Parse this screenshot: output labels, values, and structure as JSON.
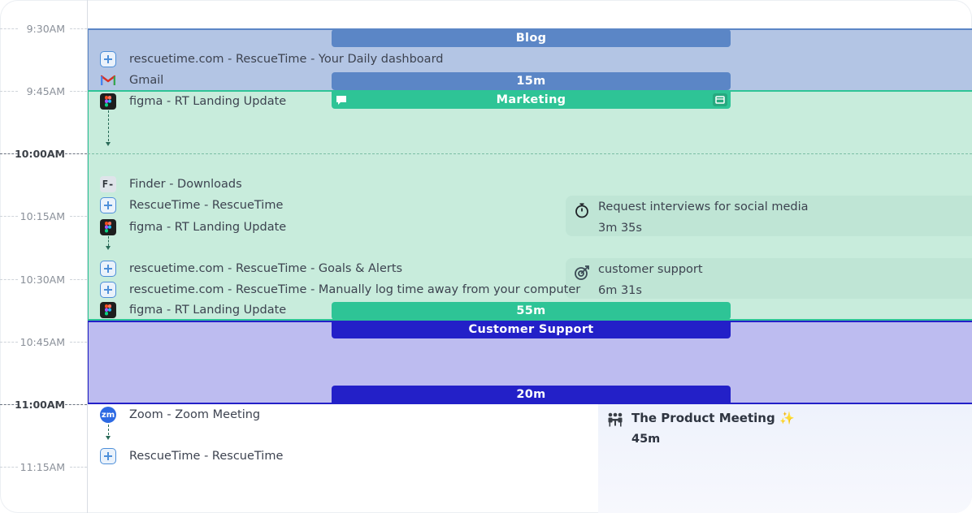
{
  "timeline": {
    "times": [
      {
        "label": "9:30AM",
        "major": false
      },
      {
        "label": "9:45AM",
        "major": false
      },
      {
        "label": "10:00AM",
        "major": true
      },
      {
        "label": "10:15AM",
        "major": false
      },
      {
        "label": "10:30AM",
        "major": false
      },
      {
        "label": "10:45AM",
        "major": false
      },
      {
        "label": "11:00AM",
        "major": true
      },
      {
        "label": "11:15AM",
        "major": false
      }
    ]
  },
  "blocks": {
    "blog": {
      "title": "Blog",
      "duration": "15m",
      "color": "#5b86c6"
    },
    "marketing": {
      "title": "Marketing",
      "duration": "55m",
      "color": "#2ec496"
    },
    "support": {
      "title": "Customer Support",
      "duration": "20m",
      "color": "#2320c8"
    }
  },
  "activities": [
    {
      "icon": "rescuetime-icon",
      "label": "rescuetime.com - RescueTime - Your Daily dashboard"
    },
    {
      "icon": "gmail-icon",
      "label": "Gmail"
    },
    {
      "icon": "figma-icon",
      "label": "figma - RT Landing Update"
    },
    {
      "icon": "finder-icon",
      "icon_text": "F-",
      "label": "Finder - Downloads"
    },
    {
      "icon": "rescuetime-icon",
      "label": "RescueTime - RescueTime"
    },
    {
      "icon": "figma-icon",
      "label": "figma - RT Landing Update"
    },
    {
      "icon": "rescuetime-icon",
      "label": "rescuetime.com - RescueTime - Goals & Alerts"
    },
    {
      "icon": "rescuetime-icon",
      "label": "rescuetime.com - RescueTime - Manually log time away from your computer"
    },
    {
      "icon": "figma-icon",
      "label": "figma - RT Landing Update"
    },
    {
      "icon": "zoom-icon",
      "icon_text": "zm",
      "label": "Zoom - Zoom Meeting"
    },
    {
      "icon": "rescuetime-icon",
      "label": "RescueTime - RescueTime"
    }
  ],
  "goals": [
    {
      "icon": "stopwatch-icon",
      "title": "Request interviews for social media",
      "time": "3m 35s"
    },
    {
      "icon": "target-icon",
      "title": "customer support",
      "time": "6m 31s"
    }
  ],
  "meeting": {
    "icon": "meeting-icon",
    "title": "The Product Meeting",
    "emoji": "✨",
    "duration": "45m"
  }
}
